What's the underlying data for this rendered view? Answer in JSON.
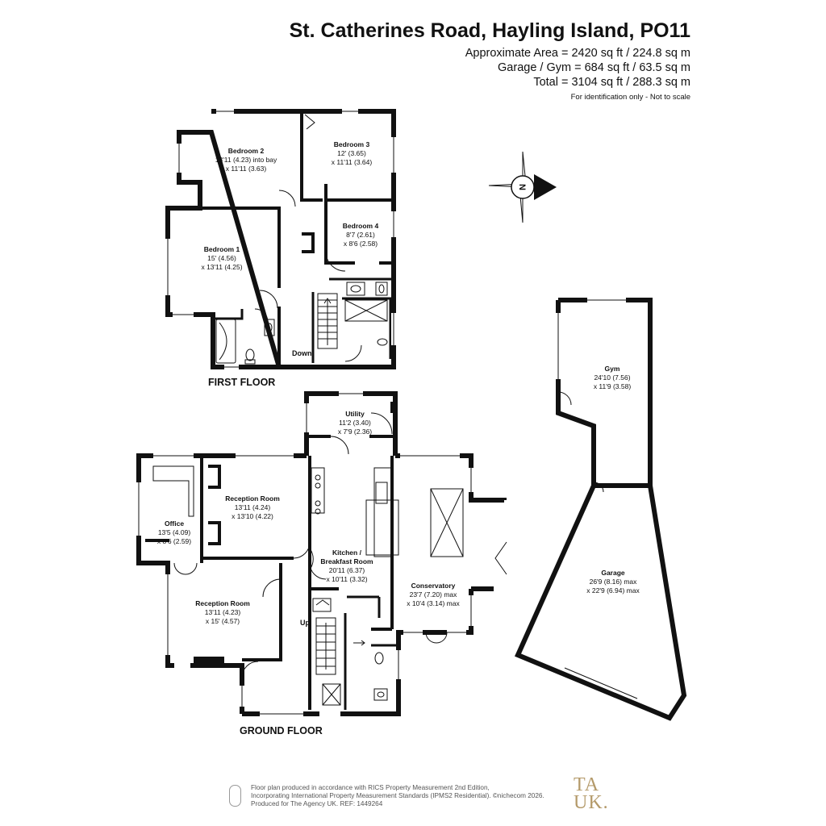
{
  "header": {
    "title": "St. Catherines Road, Hayling Island, PO11",
    "approx_area": "Approximate Area = 2420 sq ft / 224.8 sq m",
    "garage_gym": "Garage / Gym = 684 sq ft / 63.5 sq m",
    "total": "Total = 3104 sq ft / 288.3 sq m",
    "note": "For identification only - Not to scale"
  },
  "compass": {
    "label": "N"
  },
  "floors": {
    "first": "FIRST FLOOR",
    "ground": "GROUND FLOOR"
  },
  "stairs": {
    "down": "Down",
    "up": "Up"
  },
  "rooms": {
    "bedroom2": {
      "name": "Bedroom 2",
      "l1": "13'11 (4.23) into bay",
      "l2": "x 11'11 (3.63)"
    },
    "bedroom3": {
      "name": "Bedroom 3",
      "l1": "12' (3.65)",
      "l2": "x 11'11 (3.64)"
    },
    "bedroom4": {
      "name": "Bedroom 4",
      "l1": "8'7 (2.61)",
      "l2": "x 8'6 (2.58)"
    },
    "bedroom1": {
      "name": "Bedroom 1",
      "l1": "15' (4.56)",
      "l2": "x 13'11 (4.25)"
    },
    "utility": {
      "name": "Utility",
      "l1": "11'2 (3.40)",
      "l2": "x 7'9 (2.36)"
    },
    "reception1": {
      "name": "Reception Room",
      "l1": "13'11 (4.24)",
      "l2": "x 13'10 (4.22)"
    },
    "office": {
      "name": "Office",
      "l1": "13'5 (4.09)",
      "l2": "x 8'6 (2.59)"
    },
    "kitchen": {
      "name": "Kitchen /",
      "name2": "Breakfast Room",
      "l1": "20'11 (6.37)",
      "l2": "x 10'11 (3.32)"
    },
    "conservatory": {
      "name": "Conservatory",
      "l1": "23'7 (7.20) max",
      "l2": "x 10'4 (3.14) max"
    },
    "reception2": {
      "name": "Reception Room",
      "l1": "13'11 (4.23)",
      "l2": "x 15' (4.57)"
    },
    "gym": {
      "name": "Gym",
      "l1": "24'10 (7.56)",
      "l2": "x 11'9 (3.58)"
    },
    "garage": {
      "name": "Garage",
      "l1": "26'9 (8.16) max",
      "l2": "x 22'9 (6.94) max"
    }
  },
  "footer": {
    "line1": "Floor plan produced in accordance with RICS Property Measurement 2nd Edition,",
    "line2": "Incorporating International Property Measurement Standards (IPMS2 Residential).  ©nichecom 2026.",
    "line3": "Produced for The Agency UK.   REF:  1449264",
    "brand1": "TA",
    "brand2": "UK."
  },
  "colors": {
    "wall": "#111111",
    "brand": "#b49a6a"
  }
}
